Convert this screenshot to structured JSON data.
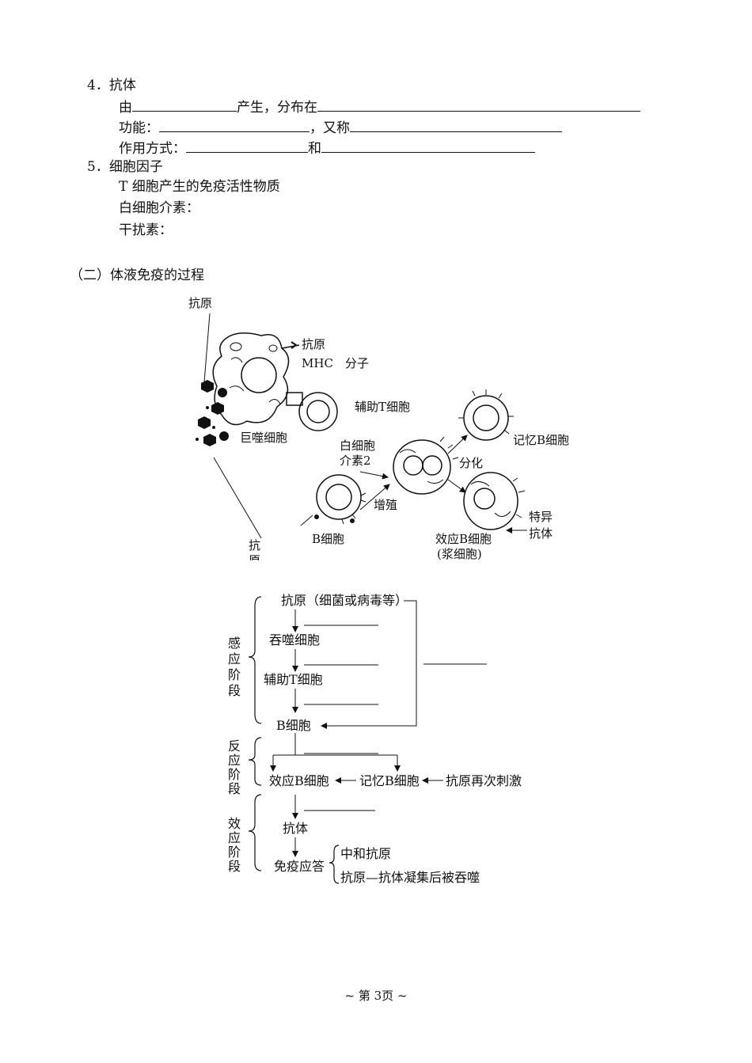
{
  "section4": {
    "heading": "4．抗体",
    "line1_a": "由",
    "line1_b": "产生，分布在",
    "line2_a": "功能：",
    "line2_b": "，又称",
    "line3_a": "作用方式：",
    "line3_b": "和"
  },
  "section5": {
    "heading": "5．细胞因子",
    "line1": "T 细胞产生的免疫活性物质",
    "line2": "白细胞介素：",
    "line3": "干扰素："
  },
  "section_humoral": {
    "heading": "（二）体液免疫的过程"
  },
  "figure": {
    "antigen_top": "抗原",
    "antigen_right": "抗原",
    "mhc": "MHC　分子",
    "macrophage": "巨噬细胞",
    "helper_t": "辅助T细胞",
    "interleukin_1": "白细胞",
    "interleukin_2": "介素2",
    "proliferation": "增殖",
    "differentiation": "分化",
    "memory_b": "记忆B细胞",
    "effector_b": "效应B细胞",
    "plasma_cell": "(浆细胞)",
    "specific_1": "特异",
    "specific_2": "抗体",
    "antigen_bottom_1": "抗",
    "antigen_bottom_2": "原",
    "b_cell": "B细胞"
  },
  "flow": {
    "stage_sense": [
      "感",
      "应",
      "阶",
      "段"
    ],
    "stage_react": [
      "反",
      "应",
      "阶",
      "段"
    ],
    "stage_effect": [
      "效",
      "应",
      "阶",
      "段"
    ],
    "antigen": "抗原（细菌或病毒等）",
    "phagocyte": "吞噬细胞",
    "helper_t": "辅助T细胞",
    "b_cell": "B细胞",
    "effector_b": "效应B细胞",
    "memory_b": "记忆B细胞",
    "restimulate": "抗原再次刺激",
    "antibody": "抗体",
    "immune_response": "免疫应答",
    "outcome_1": "中和抗原",
    "outcome_2": "抗原—抗体凝集后被吞噬"
  },
  "footer": {
    "page": "~ 第 3页 ~"
  }
}
